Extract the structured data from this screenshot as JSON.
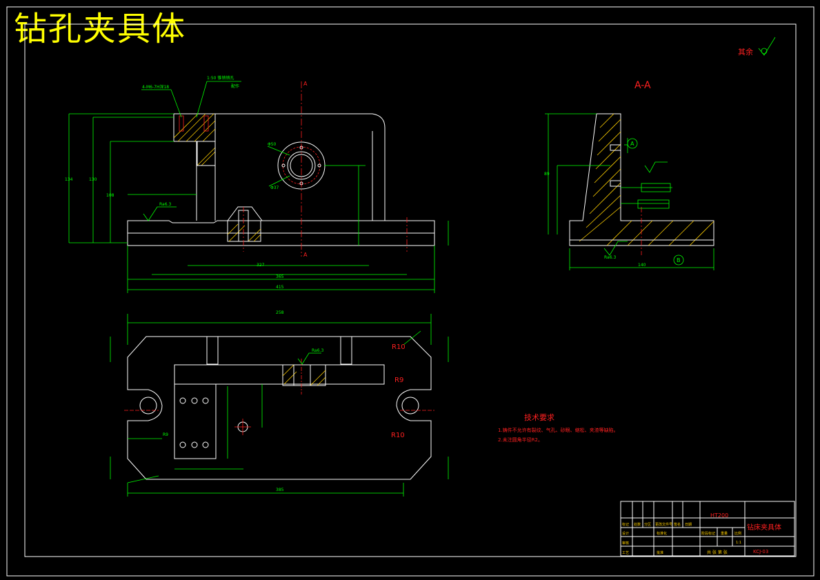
{
  "title": "钻孔夹具体",
  "surface_note": "其余",
  "section_label": "A-A",
  "cut_markers": [
    "A",
    "A"
  ],
  "datums": [
    "A",
    "B"
  ],
  "roughness": "Ra6.3",
  "callouts": {
    "holes": "4-M6-7H深18",
    "pin_holes": "1:50 锥销销孔",
    "pin_note": "配作",
    "bore": "Φ50",
    "bore2": "Φ37"
  },
  "radius_labels": [
    "R10",
    "R9",
    "R10",
    "R9"
  ],
  "tech_requirements": {
    "heading": "技术要求",
    "items": [
      "1.铸件不允许有裂纹、气孔、砂眼、缩松、夹渣等缺陷。",
      "2.未注圆角半径R2。"
    ]
  },
  "title_block": {
    "material": "HT200",
    "part_name": "钻床夹具体",
    "drawing_no": "KCJ-03",
    "scale": "1:1",
    "row_headers": [
      "标记",
      "处数",
      "分区",
      "更改文件号",
      "签名",
      "日期"
    ],
    "labels": [
      "设计",
      "标准化",
      "审核",
      "工艺",
      "批准",
      "阶段标记",
      "重量",
      "比例"
    ],
    "footer": "共 张 第 张"
  }
}
